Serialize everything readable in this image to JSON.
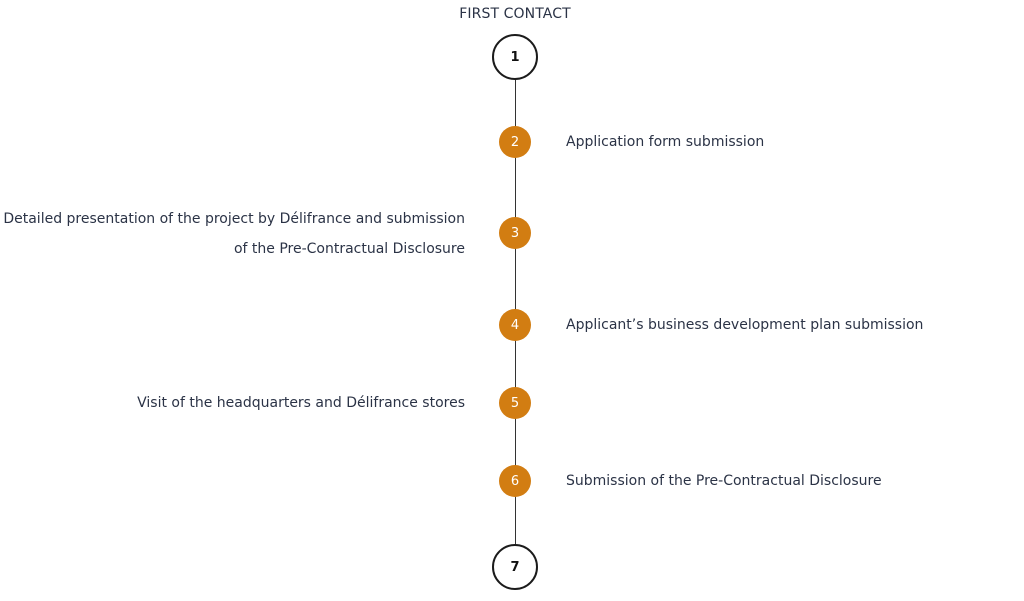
{
  "title": "FIRST CONTACT",
  "accent_color": "#d27d12",
  "steps": [
    {
      "number": "1",
      "label": ""
    },
    {
      "number": "2",
      "label": "Application form submission"
    },
    {
      "number": "3",
      "label_line1": "Detailed presentation of the project by Délifrance and submission",
      "label_line2": "of the Pre-Contractual Disclosure"
    },
    {
      "number": "4",
      "label": "Applicant’s business development plan submission"
    },
    {
      "number": "5",
      "label": "Visit of the headquarters and Délifrance stores"
    },
    {
      "number": "6",
      "label": "Submission of the Pre-Contractual Disclosure"
    },
    {
      "number": "7",
      "label": ""
    }
  ]
}
